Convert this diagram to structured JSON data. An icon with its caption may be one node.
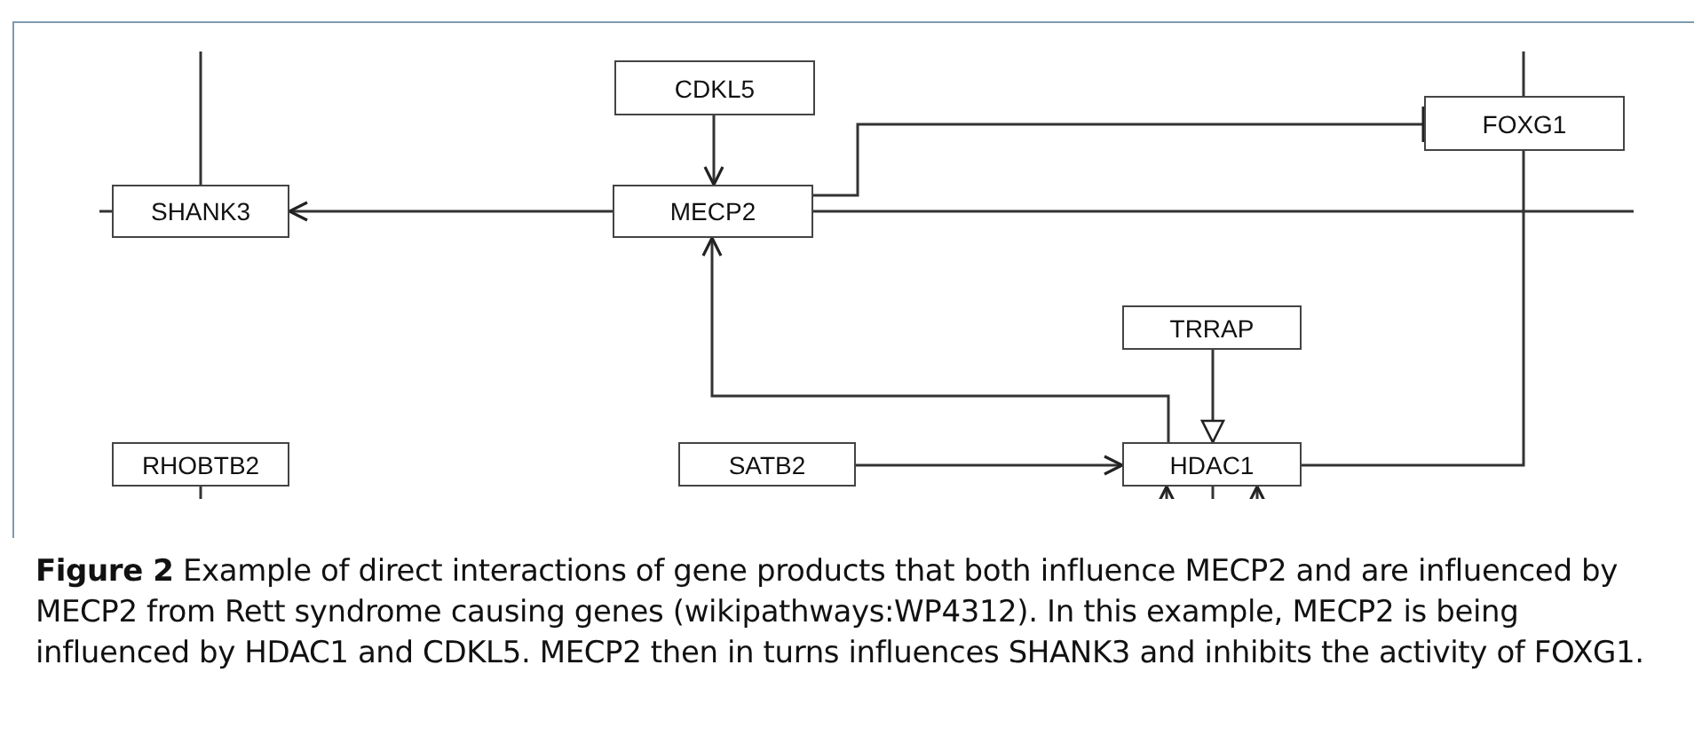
{
  "diagram": {
    "caption": "**Figure 2** Example of direct interactions of gene products that both influence MECP2 and are influenced by MECP2 from Rett syndrome causing genes (wikipathways:WP4312). In this example, MECP2 is being influenced by HDAC1 and CDKL5. MECP2 then in turns influences SHANK3 and inhibits the activity of FOXG1.",
    "nodes": [
      {
        "text": [
          "SHANK3"
        ]
      },
      {
        "text": [
          "CDKL5"
        ]
      },
      {
        "text": [
          "MECP2"
        ]
      },
      {
        "text": [
          "FOXG1"
        ]
      },
      {
        "text": [
          "TRRAP"
        ]
      },
      {
        "text": [
          "RHOBTB2"
        ]
      },
      {
        "text": [
          "SATB2"
        ]
      },
      {
        "text": [
          "HDAC1"
        ]
      }
    ],
    "edges": [
      {
        "from": 1,
        "to": 2,
        "arrow": "to"
      },
      {
        "from": 2,
        "to": 0,
        "arrow": "to"
      },
      {
        "from": 2,
        "to": 3,
        "arrow": "other"
      },
      {
        "from": 7,
        "to": 2,
        "arrow": "to"
      },
      {
        "from": 6,
        "to": 7,
        "arrow": "to"
      },
      {
        "from": 4,
        "to": 7,
        "arrow": "to"
      },
      {
        "from": 7,
        "to": 3,
        "arrow": "none"
      },
      {
        "from": 0,
        "to": null,
        "arrow": "none"
      },
      {
        "from": null,
        "to": 0,
        "arrow": "none"
      },
      {
        "from": 2,
        "to": null,
        "arrow": "none"
      },
      {
        "from": 3,
        "to": null,
        "arrow": "none"
      },
      {
        "from": 5,
        "to": null,
        "arrow": "none"
      },
      {
        "from": null,
        "to": 7,
        "arrow": "to"
      },
      {
        "from": null,
        "to": 7,
        "arrow": "none"
      },
      {
        "from": null,
        "to": 7,
        "arrow": "to"
      }
    ]
  }
}
